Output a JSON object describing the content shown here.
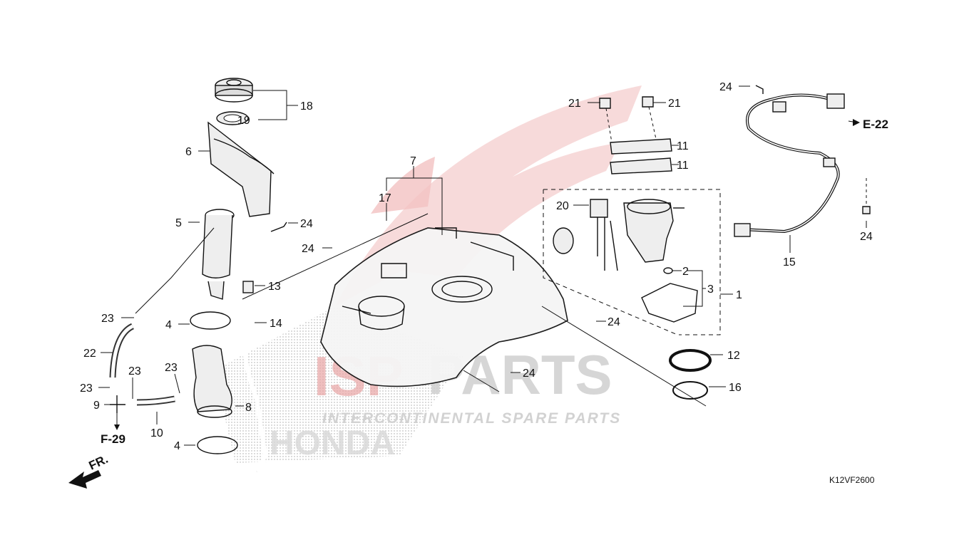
{
  "watermark": {
    "brand": "PARTS",
    "tagline": "INTERCONTINENTAL SPARE PARTS",
    "maker": "HONDA",
    "colors": {
      "wing": "#f3c9c9",
      "gray": "#cfcfcf",
      "red": "#f2a6a6"
    }
  },
  "diagram_code": "K12VF2600",
  "callouts": [
    {
      "id": "c18",
      "label": "18"
    },
    {
      "id": "c19",
      "label": "19"
    },
    {
      "id": "c6",
      "label": "6"
    },
    {
      "id": "c5",
      "label": "5"
    },
    {
      "id": "c24a",
      "label": "24"
    },
    {
      "id": "c13",
      "label": "13"
    },
    {
      "id": "c14",
      "label": "14"
    },
    {
      "id": "c4a",
      "label": "4"
    },
    {
      "id": "c23a",
      "label": "23"
    },
    {
      "id": "c22",
      "label": "22"
    },
    {
      "id": "c23b",
      "label": "23"
    },
    {
      "id": "c23c",
      "label": "23"
    },
    {
      "id": "c23d",
      "label": "23"
    },
    {
      "id": "c9",
      "label": "9"
    },
    {
      "id": "c10",
      "label": "10"
    },
    {
      "id": "c8",
      "label": "8"
    },
    {
      "id": "c4b",
      "label": "4"
    },
    {
      "id": "c7",
      "label": "7"
    },
    {
      "id": "c17",
      "label": "17"
    },
    {
      "id": "c24b",
      "label": "24"
    },
    {
      "id": "c24c",
      "label": "24"
    },
    {
      "id": "c24d",
      "label": "24"
    },
    {
      "id": "c21a",
      "label": "21"
    },
    {
      "id": "c21b",
      "label": "21"
    },
    {
      "id": "c11a",
      "label": "11"
    },
    {
      "id": "c11b",
      "label": "11"
    },
    {
      "id": "c20",
      "label": "20"
    },
    {
      "id": "c2",
      "label": "2"
    },
    {
      "id": "c3",
      "label": "3"
    },
    {
      "id": "c1",
      "label": "1"
    },
    {
      "id": "c12",
      "label": "12"
    },
    {
      "id": "c16",
      "label": "16"
    },
    {
      "id": "c24e",
      "label": "24"
    },
    {
      "id": "c24f",
      "label": "24"
    },
    {
      "id": "c15",
      "label": "15"
    }
  ],
  "references": {
    "e22": "E-22",
    "f29": "F-29",
    "fr": "FR."
  }
}
